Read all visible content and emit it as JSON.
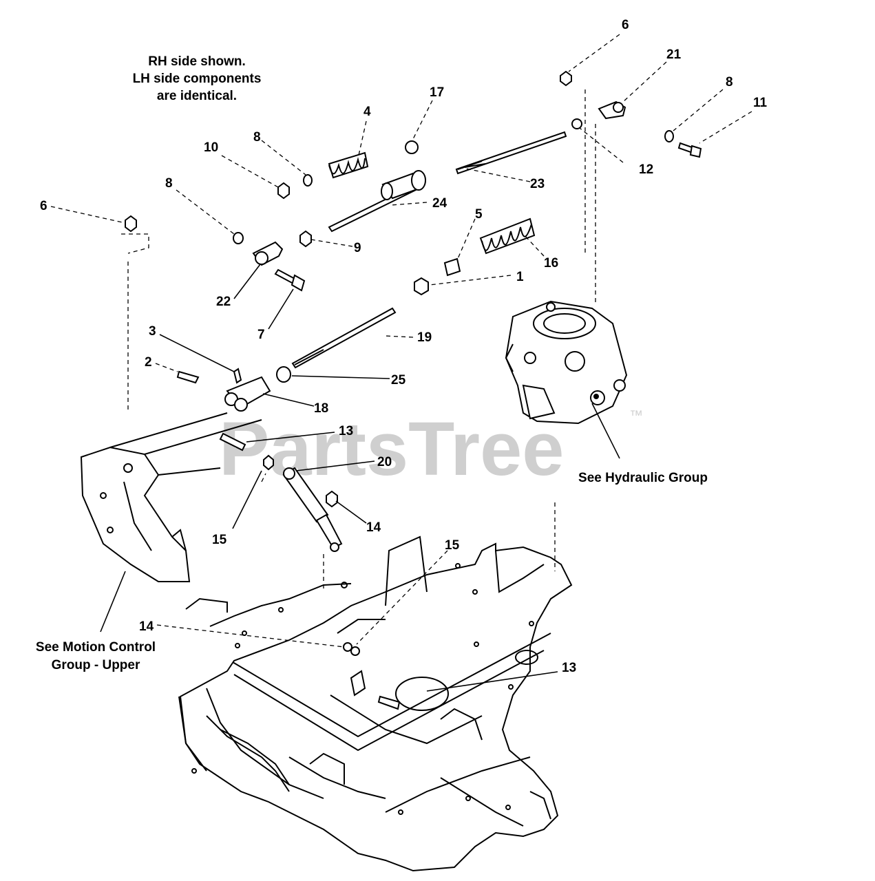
{
  "notes": {
    "rh_line1": "RH side shown.",
    "rh_line2": "LH side components",
    "rh_line3": "are identical.",
    "hydraulic": "See Hydraulic Group",
    "motion_line1": "See Motion Control",
    "motion_line2": "Group - Upper"
  },
  "watermark": {
    "text": "PartsTree",
    "tm": "™"
  },
  "callouts": [
    {
      "id": "6a",
      "label": "6"
    },
    {
      "id": "21",
      "label": "21"
    },
    {
      "id": "8a",
      "label": "8"
    },
    {
      "id": "11",
      "label": "11"
    },
    {
      "id": "12",
      "label": "12"
    },
    {
      "id": "17",
      "label": "17"
    },
    {
      "id": "4",
      "label": "4"
    },
    {
      "id": "8b",
      "label": "8"
    },
    {
      "id": "10",
      "label": "10"
    },
    {
      "id": "23",
      "label": "23"
    },
    {
      "id": "24",
      "label": "24"
    },
    {
      "id": "8c",
      "label": "8"
    },
    {
      "id": "6b",
      "label": "6"
    },
    {
      "id": "5",
      "label": "5"
    },
    {
      "id": "16",
      "label": "16"
    },
    {
      "id": "9",
      "label": "9"
    },
    {
      "id": "1",
      "label": "1"
    },
    {
      "id": "22",
      "label": "22"
    },
    {
      "id": "7",
      "label": "7"
    },
    {
      "id": "19",
      "label": "19"
    },
    {
      "id": "3",
      "label": "3"
    },
    {
      "id": "2",
      "label": "2"
    },
    {
      "id": "25",
      "label": "25"
    },
    {
      "id": "18",
      "label": "18"
    },
    {
      "id": "13a",
      "label": "13"
    },
    {
      "id": "20",
      "label": "20"
    },
    {
      "id": "14a",
      "label": "14"
    },
    {
      "id": "15a",
      "label": "15"
    },
    {
      "id": "15b",
      "label": "15"
    },
    {
      "id": "14b",
      "label": "14"
    },
    {
      "id": "13b",
      "label": "13"
    }
  ]
}
